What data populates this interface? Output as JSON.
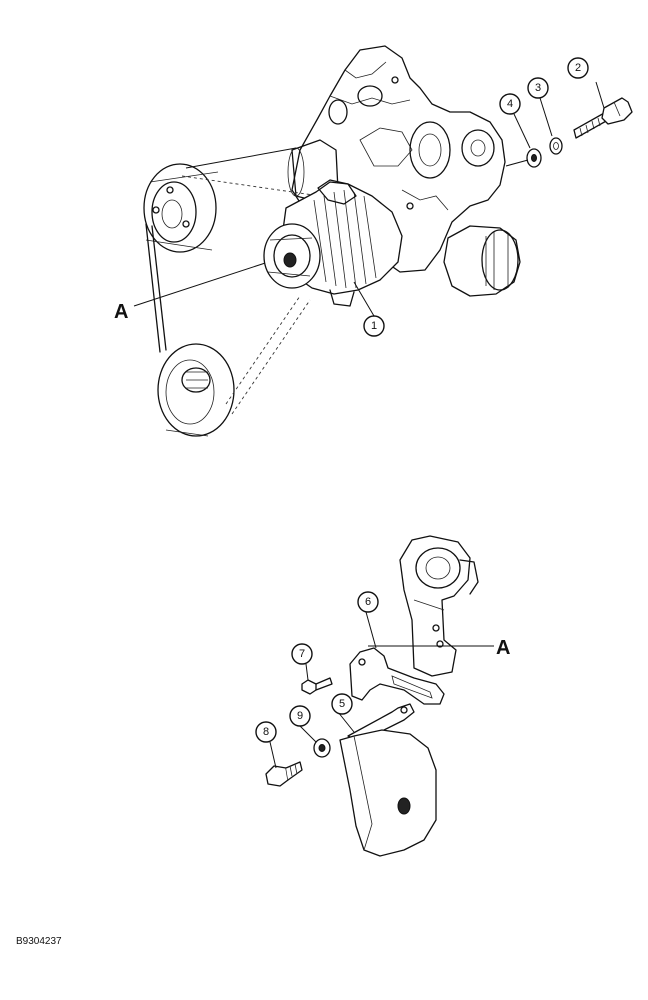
{
  "figure_id": "B9304237",
  "reference_letters": {
    "upper": "A",
    "lower": "A"
  },
  "callouts": [
    {
      "label": "1"
    },
    {
      "label": "2"
    },
    {
      "label": "3"
    },
    {
      "label": "4"
    },
    {
      "label": "5"
    },
    {
      "label": "6"
    },
    {
      "label": "7"
    },
    {
      "label": "8"
    },
    {
      "label": "9"
    }
  ]
}
